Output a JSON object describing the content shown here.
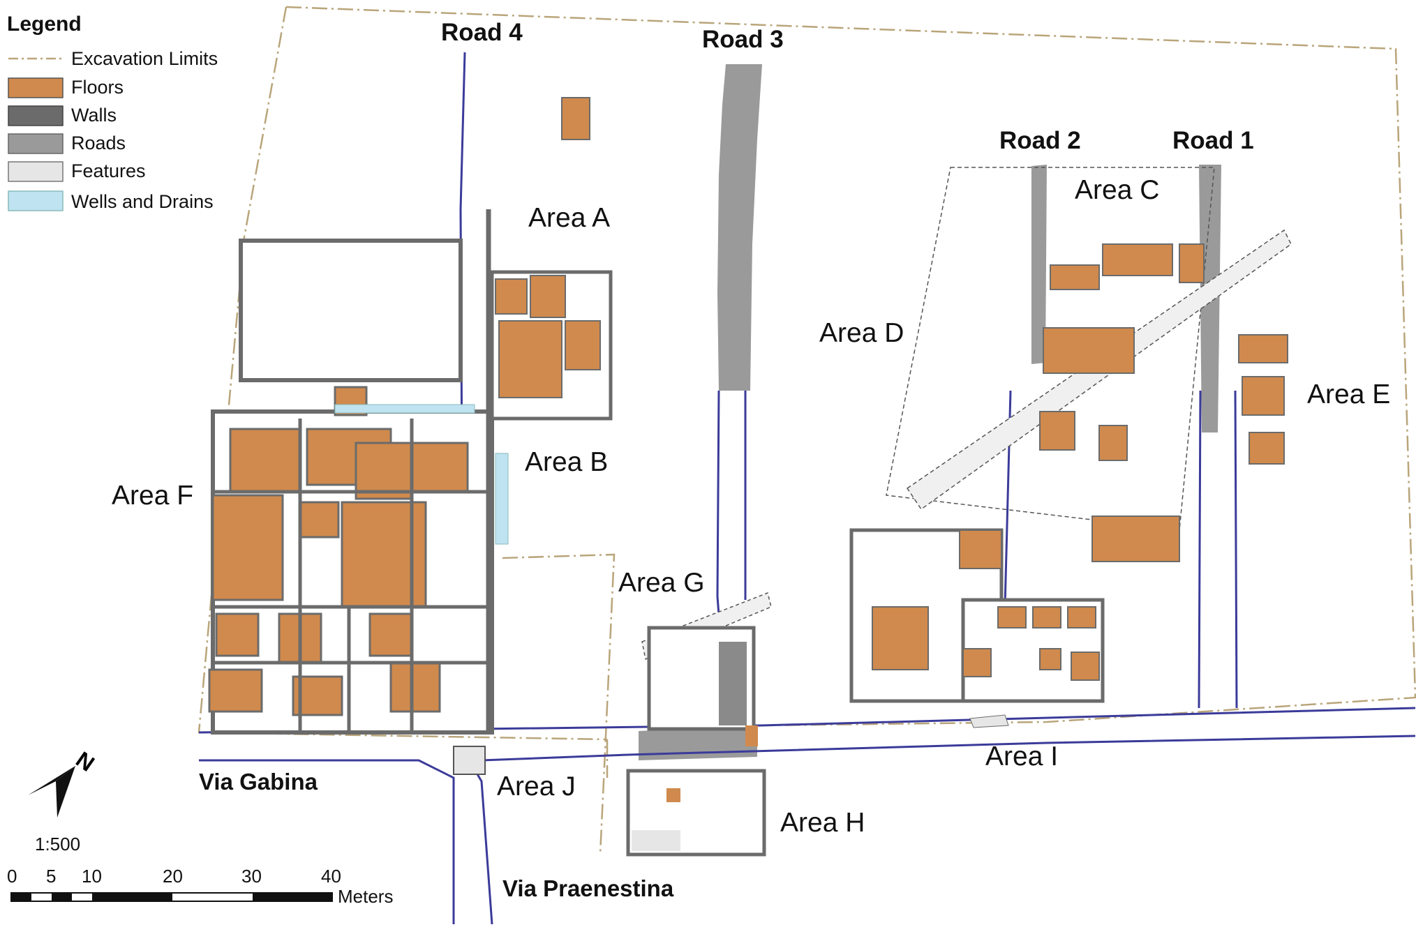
{
  "legend": {
    "title": "Legend",
    "items": [
      {
        "label": "Excavation Limits",
        "color": "#b9a57a",
        "kind": "dashdot-line"
      },
      {
        "label": "Floors",
        "color": "#d08a4d",
        "kind": "fill"
      },
      {
        "label": "Walls",
        "color": "#6b6b6b",
        "kind": "fill"
      },
      {
        "label": "Roads",
        "color": "#9a9a9a",
        "kind": "fill"
      },
      {
        "label": "Features",
        "color": "#e6e6e6",
        "kind": "fill"
      },
      {
        "label": "Wells and Drains",
        "color": "#bfe3f0",
        "kind": "fill"
      }
    ]
  },
  "roads": [
    "Road 4",
    "Road 3",
    "Road 2",
    "Road 1"
  ],
  "areas": [
    "Area A",
    "Area B",
    "Area C",
    "Area D",
    "Area E",
    "Area F",
    "Area G",
    "Area H",
    "Area I",
    "Area J"
  ],
  "vias": [
    "Via Gabina",
    "Via Praenestina"
  ],
  "scale": {
    "ratio": "1:500",
    "ticks": [
      "0",
      "5",
      "10",
      "20",
      "30",
      "40"
    ],
    "unit": "Meters"
  },
  "north_arrow": {
    "label": "N",
    "icon": "north-arrow-icon"
  },
  "colors": {
    "floor": "#d08a4d",
    "wall": "#6b6b6b",
    "road": "#9a9a9a",
    "feature": "#e6e6e6",
    "drain": "#bfe3f0",
    "limit": "#b9a57a",
    "street": "#3b3b9a"
  }
}
